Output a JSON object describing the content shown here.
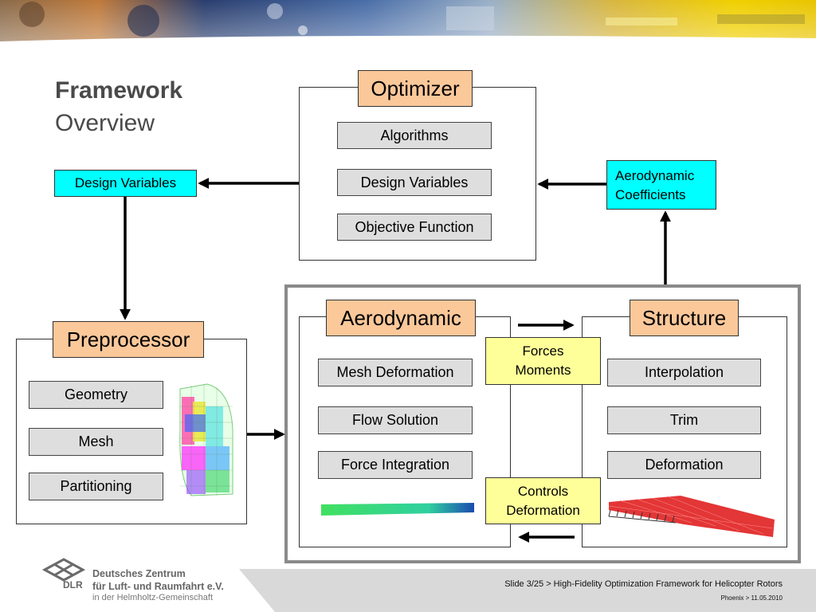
{
  "title": {
    "main": "Framework",
    "sub": "Overview"
  },
  "optimizer": {
    "label": "Optimizer",
    "items": [
      "Algorithms",
      "Design Variables",
      "Objective Function"
    ]
  },
  "design_variables_tag": "Design Variables",
  "aero_coefficients_tag": [
    "Aerodynamic",
    "Coefficients"
  ],
  "preprocessor": {
    "label": "Preprocessor",
    "items": [
      "Geometry",
      "Mesh",
      "Partitioning"
    ]
  },
  "aerodynamic": {
    "label": "Aerodynamic",
    "items": [
      "Mesh Deformation",
      "Flow Solution",
      "Force Integration"
    ]
  },
  "structure": {
    "label": "Structure",
    "items": [
      "Interpolation",
      "Trim",
      "Deformation"
    ]
  },
  "forces_moments": [
    "Forces",
    "Moments"
  ],
  "controls_deformation": [
    "Controls",
    "Deformation"
  ],
  "footer": {
    "org_line1": "Deutsches Zentrum",
    "org_line2": "für Luft- und Raumfahrt e.V.",
    "org_line3": "in der Helmholtz-Gemeinschaft",
    "org_abbr": "DLR",
    "slide_info": "Slide 3/25 > High-Fidelity Optimization Framework for Helicopter Rotors",
    "date_info": "Phoenix > 11.05.2010"
  },
  "colors": {
    "header_box": "#fbc89a",
    "gray_box": "#dedede",
    "cyan_box": "#00ffff",
    "yellow_box": "#ffff99"
  }
}
